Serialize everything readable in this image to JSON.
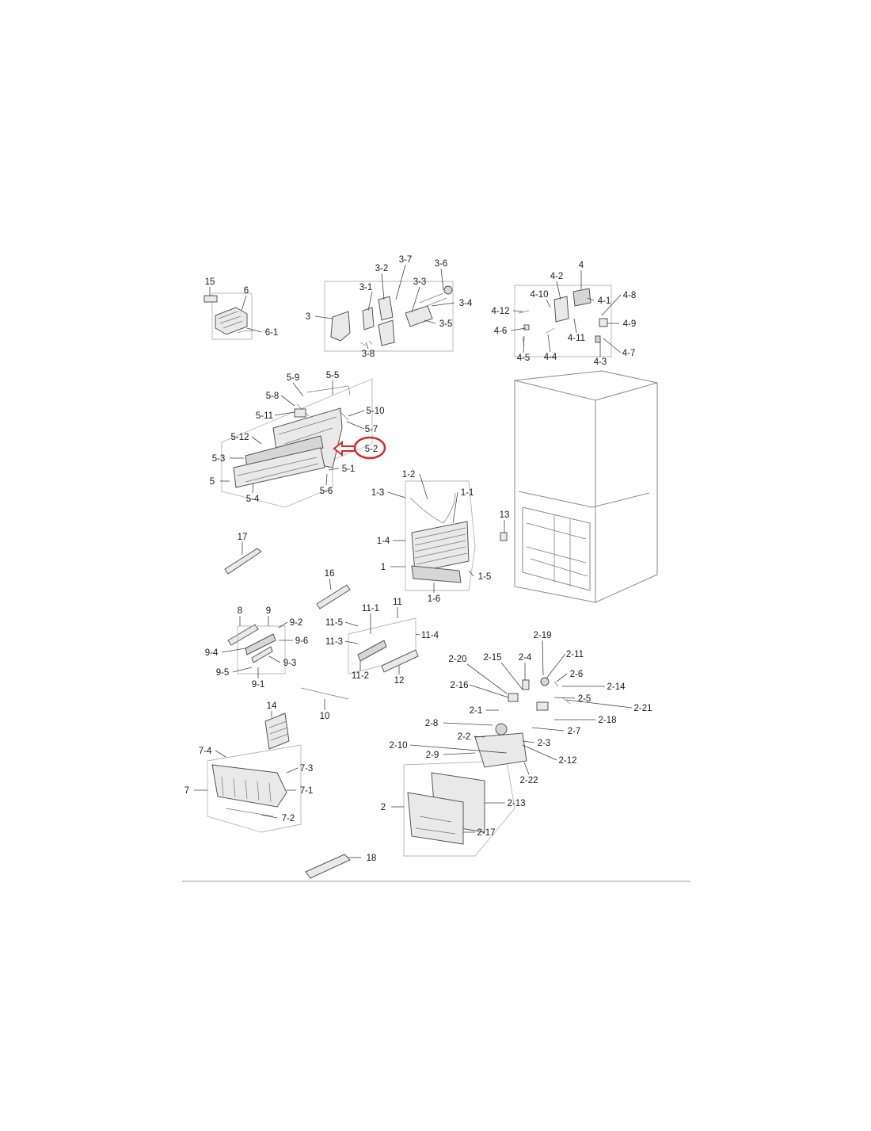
{
  "diagram": {
    "highlight": {
      "label": "5-2",
      "color": "#d62828"
    },
    "labels": [
      "15",
      "6",
      "6-1",
      "3",
      "3-1",
      "3-2",
      "3-3",
      "3-4",
      "3-5",
      "3-6",
      "3-7",
      "3-8",
      "4",
      "4-1",
      "4-2",
      "4-3",
      "4-4",
      "4-5",
      "4-6",
      "4-7",
      "4-8",
      "4-9",
      "4-10",
      "4-11",
      "4-12",
      "5",
      "5-1",
      "5-3",
      "5-4",
      "5-5",
      "5-6",
      "5-7",
      "5-8",
      "5-9",
      "5-10",
      "5-11",
      "5-12",
      "1",
      "1-1",
      "1-2",
      "1-3",
      "1-4",
      "1-5",
      "1-6",
      "13",
      "17",
      "16",
      "8",
      "9",
      "9-1",
      "9-2",
      "9-3",
      "9-4",
      "9-5",
      "9-6",
      "11",
      "11-1",
      "11-2",
      "11-3",
      "11-4",
      "11-5",
      "12",
      "10",
      "14",
      "7",
      "7-1",
      "7-2",
      "7-3",
      "7-4",
      "2",
      "2-1",
      "2-2",
      "2-3",
      "2-4",
      "2-5",
      "2-6",
      "2-7",
      "2-8",
      "2-9",
      "2-10",
      "2-11",
      "2-12",
      "2-13",
      "2-14",
      "2-15",
      "2-16",
      "2-17",
      "2-18",
      "2-19",
      "2-20",
      "2-21",
      "2-22",
      "18"
    ]
  }
}
